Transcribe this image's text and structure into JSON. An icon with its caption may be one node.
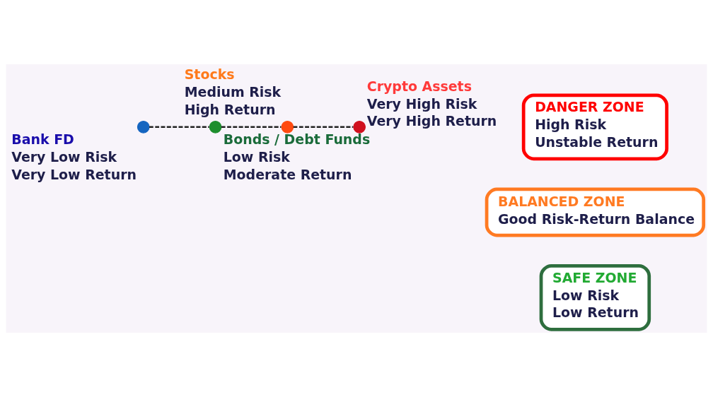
{
  "diagram": {
    "nodes": [
      {
        "text": [],
        "shape": "circle",
        "beside": [
          "Bank FD",
          "Very Low Risk",
          "Very Low Return"
        ]
      },
      {
        "text": [],
        "shape": "circle",
        "beside": [
          "Bonds / Debt Funds",
          "Low Risk",
          "Moderate Return"
        ]
      },
      {
        "text": [],
        "shape": "circle",
        "beside": [
          "Stocks",
          "Medium Risk",
          "High Return"
        ]
      },
      {
        "text": [],
        "shape": "circle",
        "beside": [
          "Crypto Assets",
          "Very High Risk",
          "Very High Return"
        ]
      },
      {
        "text": [
          "DANGER ZONE",
          "High Risk",
          "Unstable Return"
        ]
      },
      {
        "text": [
          "BALANCED ZONE",
          "Good Risk-Return Balance"
        ]
      },
      {
        "text": [
          "SAFE ZONE",
          "Low Risk",
          "Low Return"
        ]
      }
    ],
    "edges": [
      {
        "from": 0,
        "to": 1,
        "arrow": "none",
        "style": "dashed"
      },
      {
        "from": 1,
        "to": 2,
        "arrow": "none",
        "style": "dashed"
      },
      {
        "from": 2,
        "to": 3,
        "arrow": "none",
        "style": "dashed"
      }
    ]
  }
}
